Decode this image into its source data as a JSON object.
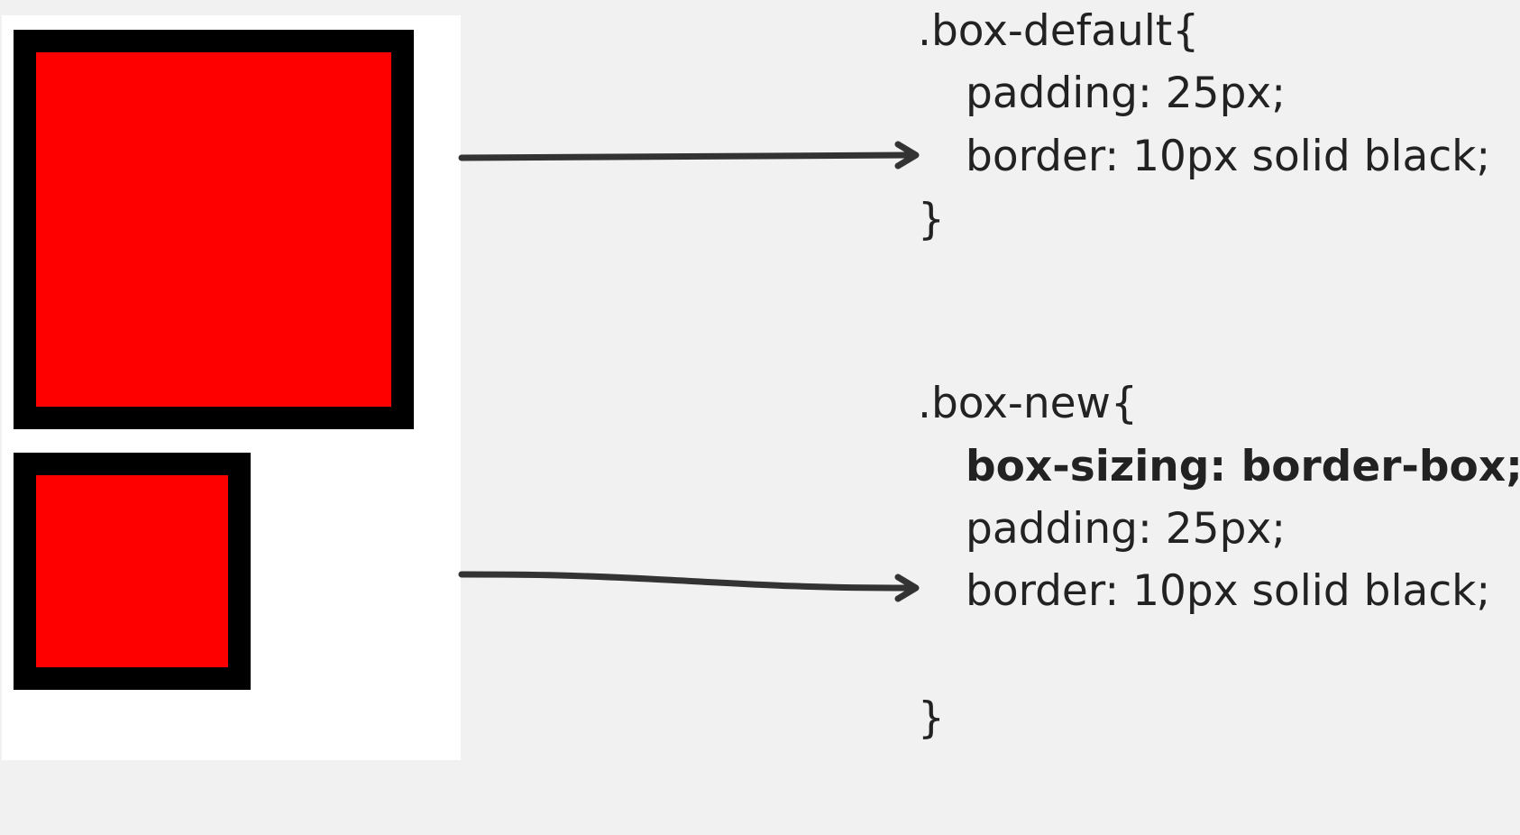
{
  "colors": {
    "background": "#f1f1f1",
    "panel": "#ffffff",
    "box_fill": "#ff0000",
    "box_border": "#000000",
    "arrow": "#333333",
    "text": "#222222"
  },
  "code_default": {
    "selector": ".box-default{",
    "padding": "padding: 25px;",
    "border": "border: 10px solid black;",
    "close": "}"
  },
  "code_new": {
    "selector": ".box-new{",
    "box_sizing": "box-sizing: border-box;",
    "padding": "padding: 25px;",
    "border": "border: 10px solid black;",
    "close": "}"
  }
}
